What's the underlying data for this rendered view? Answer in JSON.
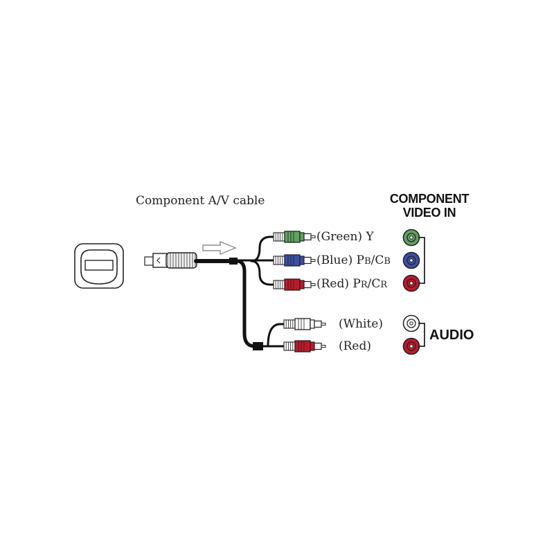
{
  "cable_title": "Component A/V cable",
  "video_header": {
    "line1": "COMPONENT",
    "line2": "VIDEO IN"
  },
  "audio_header": "AUDIO",
  "plugs": [
    {
      "id": "green",
      "prefix": "(Green) ",
      "main": "Y",
      "color": "#5fa35f"
    },
    {
      "id": "blue",
      "prefix": "(Blue) ",
      "p1": "P",
      "s1": "B",
      "slash": "/",
      "p2": "C",
      "s2": "B",
      "color": "#3b4fa8"
    },
    {
      "id": "red",
      "prefix": "(Red) ",
      "p1": "P",
      "s1": "R",
      "slash": "/",
      "p2": "C",
      "s2": "R",
      "color": "#c0182a"
    },
    {
      "id": "white",
      "label": "(White)",
      "color": "#ffffff"
    },
    {
      "id": "red-audio",
      "label": "(Red)",
      "color": "#c0182a"
    }
  ],
  "colors": {
    "outline": "#222222",
    "cable": "#111111",
    "arrow": "#ffffff"
  }
}
